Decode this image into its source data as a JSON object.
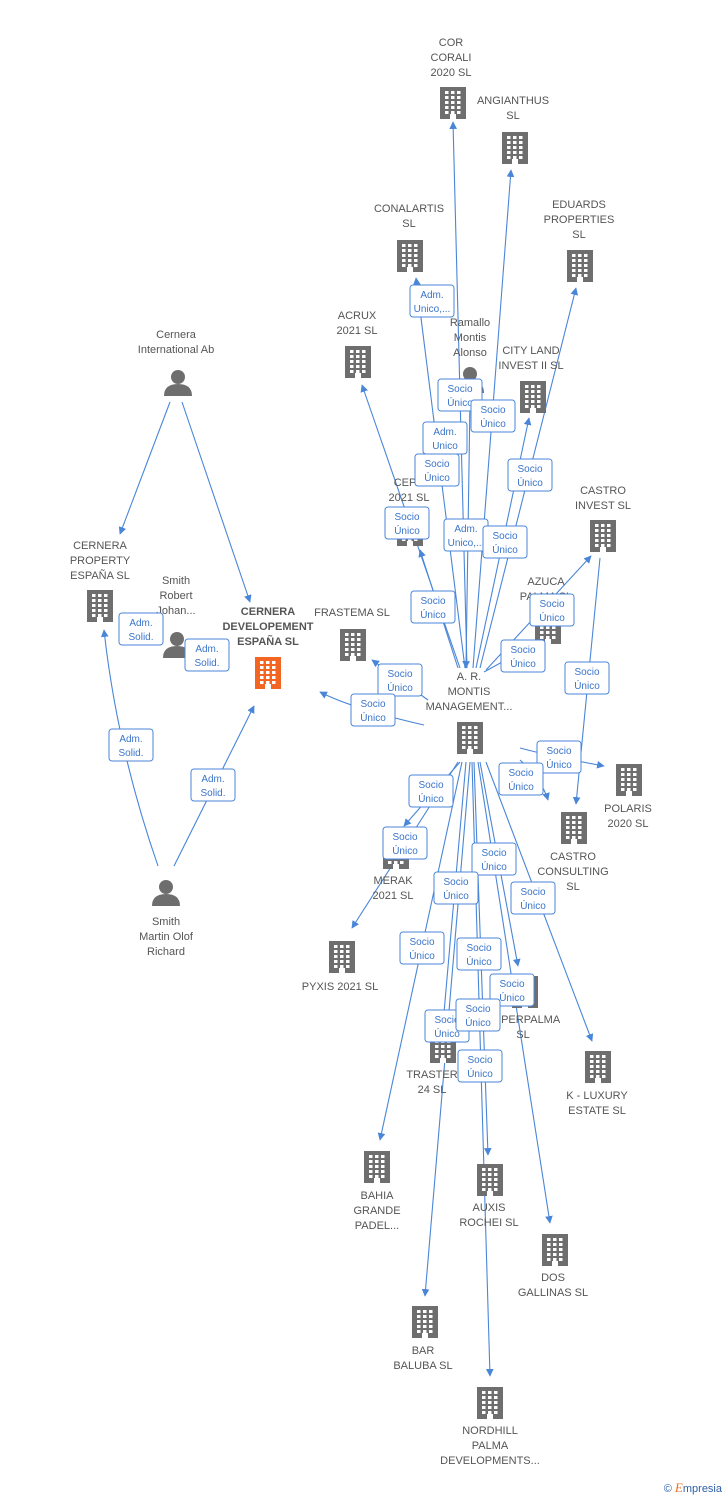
{
  "colors": {
    "building": "#6e6e6e",
    "focus": "#f26522",
    "person": "#6e6e6e",
    "edge": "#4a86d8",
    "edge_text": "#3a74c9"
  },
  "nodes": [
    {
      "id": "cor",
      "type": "company",
      "lines": [
        "COR",
        "CORALI",
        "2020  SL"
      ]
    },
    {
      "id": "angianthus",
      "type": "company",
      "lines": [
        "ANGIANTHUS",
        "SL"
      ]
    },
    {
      "id": "conalartis",
      "type": "company",
      "lines": [
        "CONALARTIS",
        "SL"
      ]
    },
    {
      "id": "eduards",
      "type": "company",
      "lines": [
        "EDUARDS",
        "PROPERTIES",
        "SL"
      ]
    },
    {
      "id": "acrux",
      "type": "company",
      "lines": [
        "ACRUX",
        "2021  SL"
      ]
    },
    {
      "id": "ramallo",
      "type": "person",
      "lines": [
        "Ramallo",
        "Montis",
        "Alonso"
      ]
    },
    {
      "id": "cityland",
      "type": "company",
      "lines": [
        "CITY LAND",
        "INVEST II  SL"
      ]
    },
    {
      "id": "cernera_ab",
      "type": "person",
      "lines": [
        "Cernera",
        "International Ab"
      ]
    },
    {
      "id": "ceph",
      "type": "company",
      "lines": [
        "CEPH",
        "2021  SL"
      ]
    },
    {
      "id": "castro_invest",
      "type": "company",
      "lines": [
        "CASTRO",
        "INVEST  SL"
      ]
    },
    {
      "id": "cernera_property",
      "type": "company",
      "lines": [
        "CERNERA",
        "PROPERTY",
        "ESPAÑA  SL"
      ]
    },
    {
      "id": "smith_robert",
      "type": "person",
      "lines": [
        "Smith",
        "Robert",
        "Johan..."
      ]
    },
    {
      "id": "cernera_dev",
      "type": "focus",
      "lines": [
        "CERNERA",
        "DEVELOPEMENT",
        "ESPAÑA  SL"
      ]
    },
    {
      "id": "frastema",
      "type": "company",
      "lines": [
        "FRASTEMA  SL"
      ]
    },
    {
      "id": "azuca",
      "type": "company",
      "lines": [
        "AZUCA",
        "PALMA  SL"
      ]
    },
    {
      "id": "ar_montis",
      "type": "company",
      "lines": [
        "A. R.",
        "MONTIS",
        "MANAGEMENT..."
      ]
    },
    {
      "id": "polaris",
      "type": "company",
      "lines": [
        "POLARIS",
        "2020  SL"
      ]
    },
    {
      "id": "castro_consulting",
      "type": "company",
      "lines": [
        "CASTRO",
        "CONSULTING",
        "SL"
      ]
    },
    {
      "id": "merak",
      "type": "company",
      "lines": [
        "MERAK",
        "2021  SL"
      ]
    },
    {
      "id": "smith_martin",
      "type": "person",
      "lines": [
        "Smith",
        "Martin Olof",
        "Richard"
      ]
    },
    {
      "id": "pyxis",
      "type": "company",
      "lines": [
        "PYXIS 2021  SL"
      ]
    },
    {
      "id": "superpalma",
      "type": "company",
      "lines": [
        "SUPERPALMA",
        "SL"
      ]
    },
    {
      "id": "k_luxury",
      "type": "company",
      "lines": [
        "K -  LUXURY",
        "ESTATE  SL"
      ]
    },
    {
      "id": "traster",
      "type": "company",
      "lines": [
        "TRASTER",
        "24  SL"
      ]
    },
    {
      "id": "bahia",
      "type": "company",
      "lines": [
        "BAHIA",
        "GRANDE",
        "PADEL..."
      ]
    },
    {
      "id": "auxis",
      "type": "company",
      "lines": [
        "AUXIS",
        "ROCHEI  SL"
      ]
    },
    {
      "id": "dos_gallinas",
      "type": "company",
      "lines": [
        "DOS",
        "GALLINAS  SL"
      ]
    },
    {
      "id": "bar_baluba",
      "type": "company",
      "lines": [
        "BAR",
        "BALUBA  SL"
      ]
    },
    {
      "id": "nordhill",
      "type": "company",
      "lines": [
        "NORDHILL",
        "PALMA",
        "DEVELOPMENTS..."
      ]
    }
  ],
  "edges": [
    {
      "from": "ar_montis",
      "to": "cor"
    },
    {
      "from": "ar_montis",
      "to": "angianthus"
    },
    {
      "from": "ar_montis",
      "to": "conalartis"
    },
    {
      "from": "ar_montis",
      "to": "eduards"
    },
    {
      "from": "ar_montis",
      "to": "acrux"
    },
    {
      "from": "ar_montis",
      "to": "cityland"
    },
    {
      "from": "ar_montis",
      "to": "ceph"
    },
    {
      "from": "ar_montis",
      "to": "castro_invest"
    },
    {
      "from": "ar_montis",
      "to": "azuca"
    },
    {
      "from": "ar_montis",
      "to": "cernera_dev"
    },
    {
      "from": "ar_montis",
      "to": "frastema"
    },
    {
      "from": "ar_montis",
      "to": "polaris"
    },
    {
      "from": "ar_montis",
      "to": "castro_consulting"
    },
    {
      "from": "ar_montis",
      "to": "merak"
    },
    {
      "from": "ar_montis",
      "to": "pyxis"
    },
    {
      "from": "ar_montis",
      "to": "superpalma"
    },
    {
      "from": "ar_montis",
      "to": "k_luxury"
    },
    {
      "from": "ar_montis",
      "to": "traster"
    },
    {
      "from": "ar_montis",
      "to": "bahia"
    },
    {
      "from": "ar_montis",
      "to": "auxis"
    },
    {
      "from": "ar_montis",
      "to": "dos_gallinas"
    },
    {
      "from": "ar_montis",
      "to": "bar_baluba"
    },
    {
      "from": "ar_montis",
      "to": "nordhill"
    },
    {
      "from": "ramallo",
      "to": "ar_montis"
    },
    {
      "from": "cernera_ab",
      "to": "cernera_property"
    },
    {
      "from": "cernera_ab",
      "to": "cernera_dev"
    },
    {
      "from": "smith_martin",
      "to": "cernera_property"
    },
    {
      "from": "smith_martin",
      "to": "cernera_dev"
    },
    {
      "from": "castro_invest",
      "to": "castro_consulting"
    }
  ],
  "edge_labels": [
    {
      "lines": [
        "Adm.",
        "Unico,..."
      ]
    },
    {
      "lines": [
        "Socio",
        "Único"
      ]
    },
    {
      "lines": [
        "Socio",
        "Único"
      ]
    },
    {
      "lines": [
        "Adm.",
        "Unico"
      ]
    },
    {
      "lines": [
        "Socio",
        "Único"
      ]
    },
    {
      "lines": [
        "Socio",
        "Único"
      ]
    },
    {
      "lines": [
        "Socio",
        "Único"
      ]
    },
    {
      "lines": [
        "Adm.",
        "Unico,..."
      ]
    },
    {
      "lines": [
        "Socio",
        "Único"
      ]
    },
    {
      "lines": [
        "Socio",
        "Único"
      ]
    },
    {
      "lines": [
        "Socio",
        "Único"
      ]
    },
    {
      "lines": [
        "Socio",
        "Único"
      ]
    },
    {
      "lines": [
        "Socio",
        "Único"
      ]
    },
    {
      "lines": [
        "Socio",
        "Único"
      ]
    },
    {
      "lines": [
        "Socio",
        "Único"
      ]
    },
    {
      "lines": [
        "Socio",
        "Único"
      ]
    },
    {
      "lines": [
        "Socio",
        "Único"
      ]
    },
    {
      "lines": [
        "Socio",
        "Único"
      ]
    },
    {
      "lines": [
        "Socio",
        "Único"
      ]
    },
    {
      "lines": [
        "Socio",
        "Único"
      ]
    },
    {
      "lines": [
        "Socio",
        "Único"
      ]
    },
    {
      "lines": [
        "Socio",
        "Único"
      ]
    },
    {
      "lines": [
        "Socio",
        "Único"
      ]
    },
    {
      "lines": [
        "Socio",
        "Único"
      ]
    },
    {
      "lines": [
        "Socio",
        "Único"
      ]
    },
    {
      "lines": [
        "Socio",
        "Único"
      ]
    },
    {
      "lines": [
        "Socio",
        "Único"
      ]
    },
    {
      "lines": [
        "Socio",
        "Único"
      ]
    },
    {
      "lines": [
        "Adm.",
        "Solid."
      ]
    },
    {
      "lines": [
        "Adm.",
        "Solid."
      ]
    },
    {
      "lines": [
        "Adm.",
        "Solid."
      ]
    },
    {
      "lines": [
        "Adm.",
        "Solid."
      ]
    }
  ],
  "footer": {
    "copyright": "©",
    "brand_initial": "E",
    "brand_rest": "mpresia"
  }
}
